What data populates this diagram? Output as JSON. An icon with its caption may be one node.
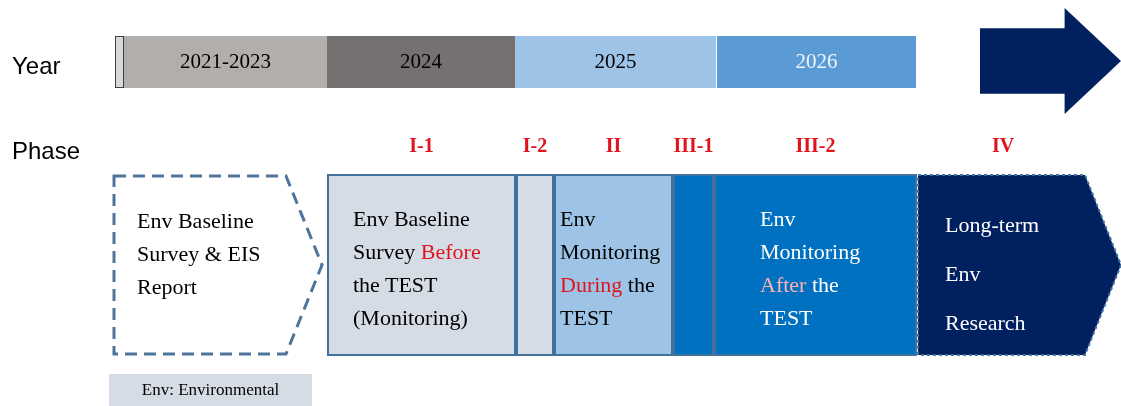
{
  "diagram": {
    "nodes": [
      {
        "text": [],
        "shape": "bar"
      },
      {
        "text": [
          "2021-2023"
        ]
      },
      {
        "text": [
          "2024"
        ]
      },
      {
        "text": [
          "2025"
        ]
      },
      {
        "text": [
          "2026"
        ]
      },
      {
        "text": [],
        "shape": "arrow"
      },
      {
        "text": [
          "Env Baseline Survey & EIS Report"
        ]
      },
      {
        "text": [
          "I-1",
          "Env Baseline Survey **Before** the TEST (Monitoring)"
        ]
      },
      {
        "text": [
          "I-2"
        ]
      },
      {
        "text": [
          "II",
          "Env Monitoring **During** the TEST"
        ]
      },
      {
        "text": [
          "III-1"
        ]
      },
      {
        "text": [
          "III-2",
          "Env Monitoring **After** the TEST"
        ]
      },
      {
        "text": [
          "IV",
          "Long-term Env Research"
        ]
      },
      {
        "text": [
          "Env: Environmental"
        ]
      }
    ],
    "labels": [
      "Year",
      "Phase"
    ]
  }
}
